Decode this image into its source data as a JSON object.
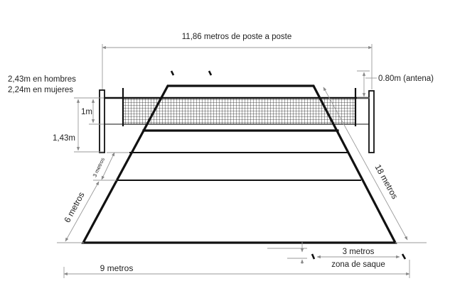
{
  "labels": {
    "post_to_post": "11,86 metros de poste a poste",
    "men_height": "2,43m en hombres",
    "women_height": "2,24m en mujeres",
    "net_height": "1m",
    "post_low": "1,43m",
    "antenna": "0.80m (antena)",
    "attack_zone": "3 metros",
    "half_length": "6 metros",
    "court_length": "18 metros",
    "court_width": "9 metros",
    "service_length": "3 metros",
    "service_zone": "zona de saque"
  },
  "colors": {
    "line": "#111111",
    "dimension": "#9a9a9a",
    "text": "#222222"
  }
}
